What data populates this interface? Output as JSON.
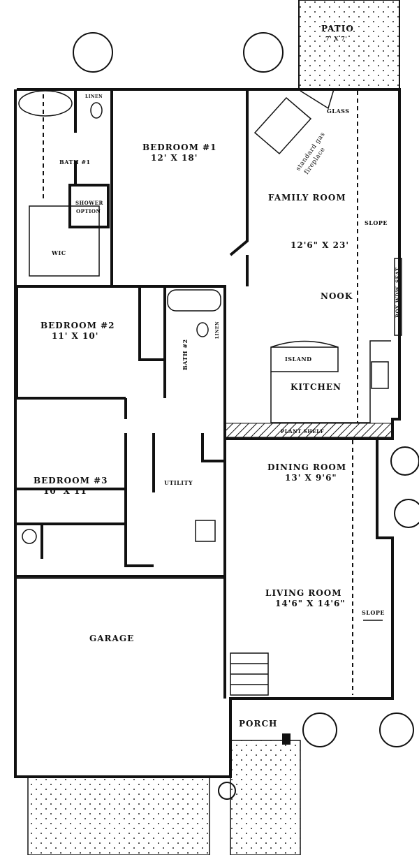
{
  "rooms": {
    "patio": {
      "name": "PATIO",
      "size": "7' X 7'"
    },
    "bedroom1": {
      "name": "BEDROOM #1",
      "size": "12' X 18'"
    },
    "bath1": {
      "name": "BATH #1"
    },
    "linen1": {
      "name": "LINEN"
    },
    "shower_option": {
      "line1": "SHOWER",
      "line2": "OPTION"
    },
    "wic": {
      "name": "WIC"
    },
    "family_room": {
      "name": "FAMILY ROOM",
      "size": "12'6\" X 23'"
    },
    "nook": {
      "name": "NOOK"
    },
    "kitchen": {
      "name": "KITCHEN"
    },
    "island": {
      "name": "ISLAND"
    },
    "bedroom2": {
      "name": "BEDROOM #2",
      "size": "11' X 10'"
    },
    "bath2": {
      "name": "BATH #2"
    },
    "linen2": {
      "name": "LINEN"
    },
    "bedroom3": {
      "name": "BEDROOM #3",
      "size": "10' X 11'"
    },
    "utility": {
      "name": "UTILITY"
    },
    "dining_room": {
      "name": "DINING ROOM",
      "size": "13' X 9'6\""
    },
    "living_room": {
      "name": "LIVING ROOM",
      "size": "14'6\" X 14'6\""
    },
    "garage": {
      "name": "GARAGE"
    },
    "porch": {
      "name": "PORCH"
    }
  },
  "notes": {
    "glass": "GLASS",
    "fireplace_line1": "standard gas",
    "fireplace_line2": "fireplace",
    "slope_upper": "SLOPE",
    "slope_lower": "SLOPE",
    "box_window_seat": "BOX WDW. SEAT",
    "plant_shelf": "PLANT SHELF"
  }
}
